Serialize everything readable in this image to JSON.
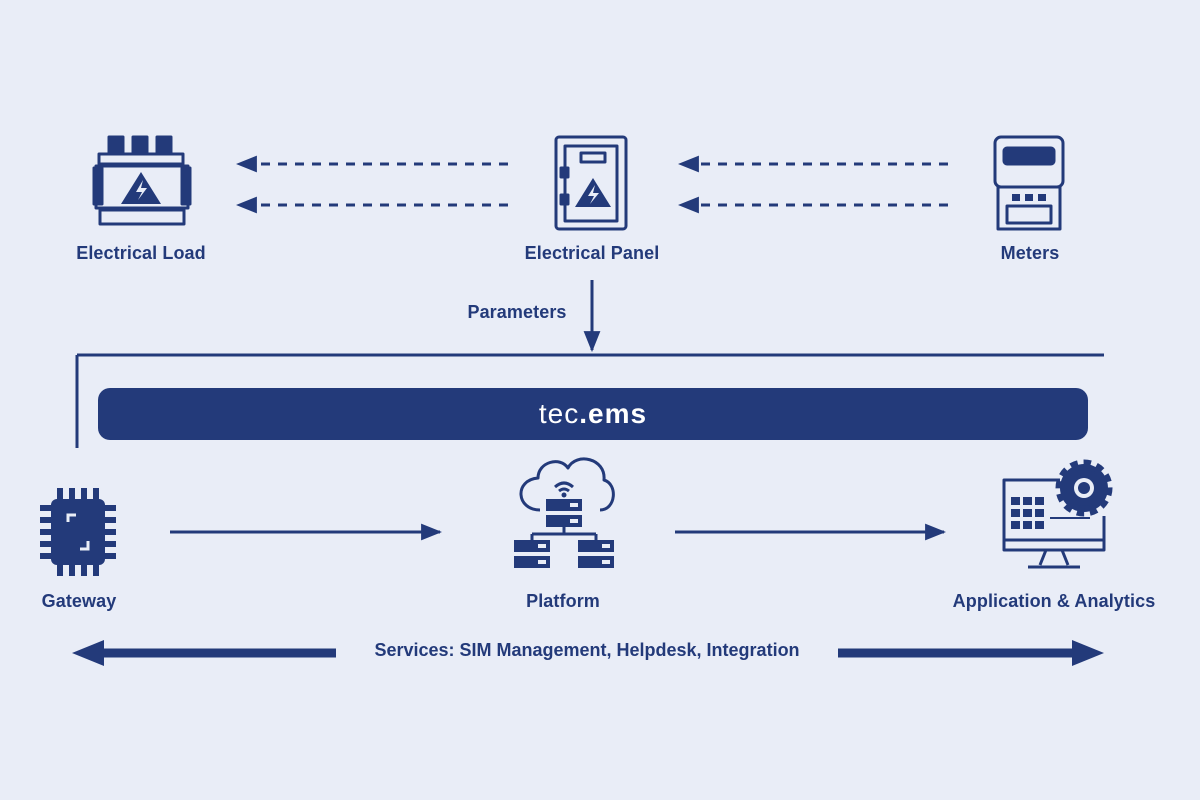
{
  "colors": {
    "primary": "#233a7a",
    "background": "#e9edf7"
  },
  "nodes": {
    "load": {
      "label": "Electrical Load",
      "icon": "electrical-load-icon"
    },
    "panel": {
      "label": "Electrical Panel",
      "icon": "electrical-panel-icon"
    },
    "meters": {
      "label": "Meters",
      "icon": "meter-icon"
    },
    "gateway": {
      "label": "Gateway",
      "icon": "chip-icon"
    },
    "platform": {
      "label": "Platform",
      "icon": "cloud-server-icon"
    },
    "analytics": {
      "label": "Application & Analytics",
      "icon": "monitor-gear-icon"
    }
  },
  "edges": [
    {
      "from": "meters",
      "to": "panel",
      "style": "dashed"
    },
    {
      "from": "panel",
      "to": "load",
      "style": "dashed"
    },
    {
      "from": "panel",
      "to": "tec-ems",
      "style": "solid",
      "label": "Parameters"
    },
    {
      "from": "gateway",
      "to": "platform",
      "style": "solid"
    },
    {
      "from": "platform",
      "to": "analytics",
      "style": "solid"
    }
  ],
  "parameters_label": "Parameters",
  "banner": {
    "prefix": "tec",
    "dot": ".",
    "suffix": "ems"
  },
  "services_label": "Services: SIM Management, Helpdesk, Integration"
}
